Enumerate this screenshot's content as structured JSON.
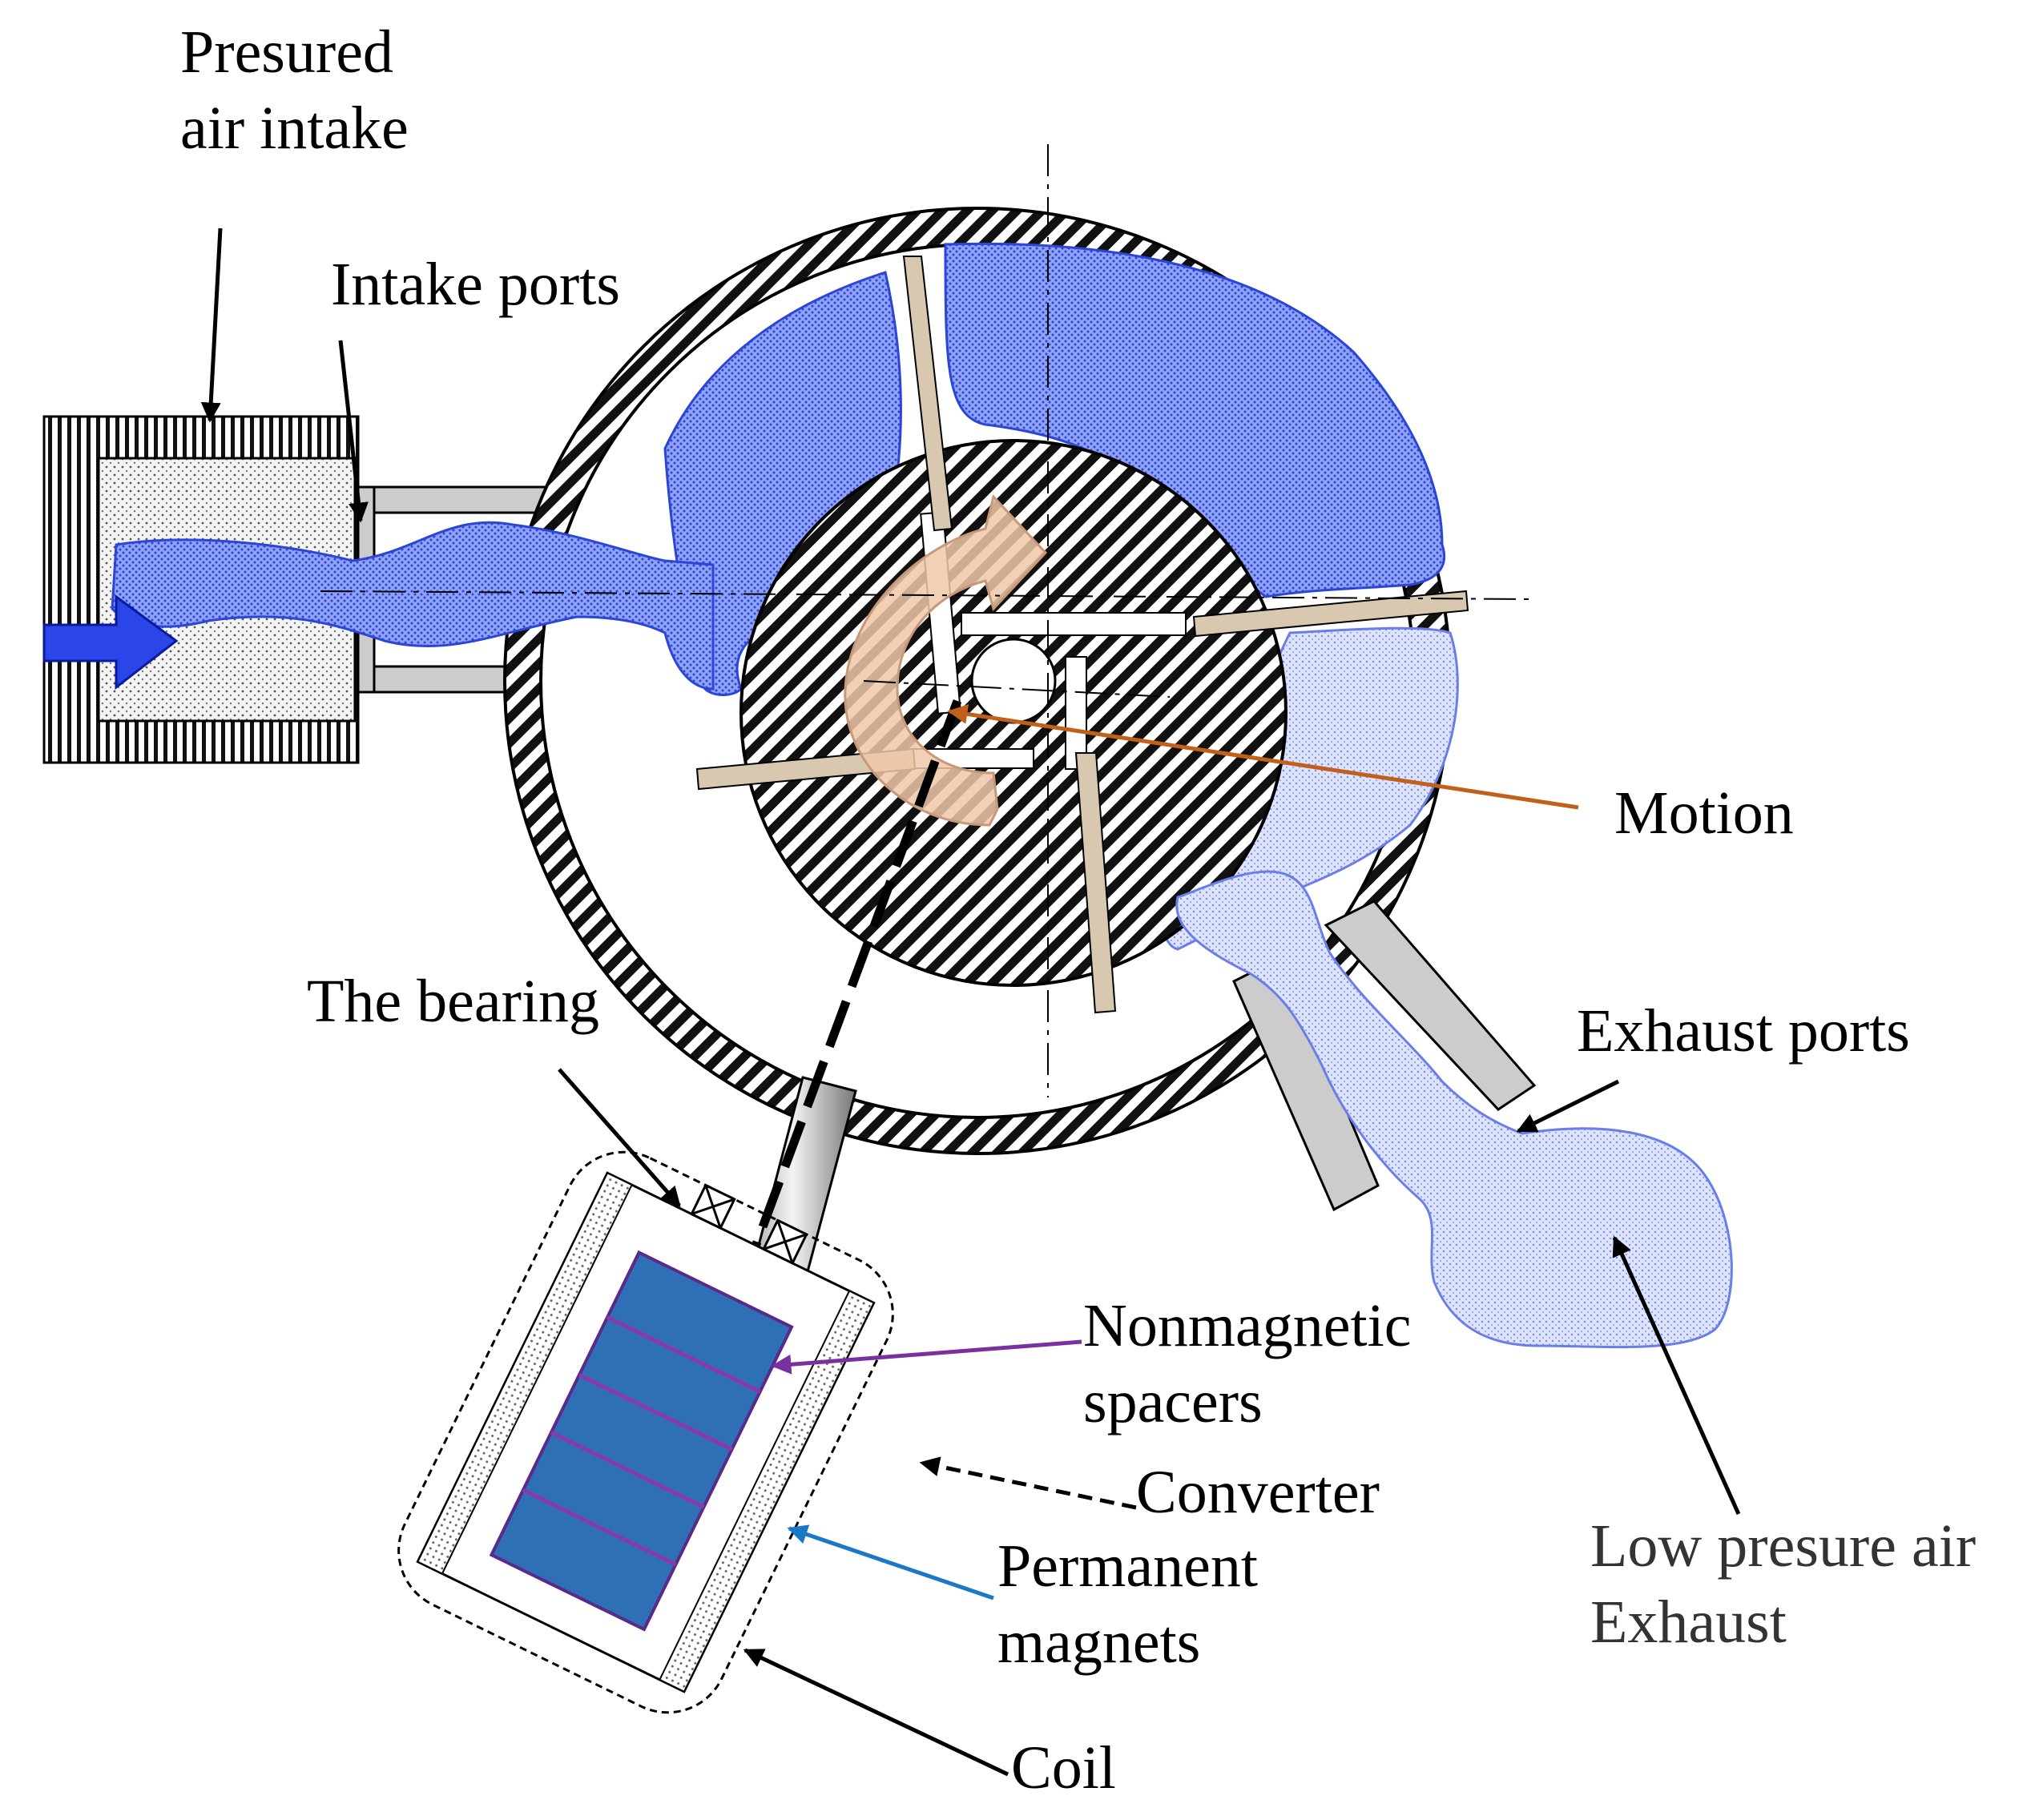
{
  "labels": {
    "pressured_air_intake": [
      "Presured",
      "air intake"
    ],
    "intake_ports": "Intake ports",
    "motion": "Motion",
    "the_bearing": "The bearing",
    "exhaust_ports": "Exhaust ports",
    "nonmagnetic_spacers": [
      "Nonmagnetic",
      "spacers"
    ],
    "converter": "Converter",
    "permanent_magnets": [
      "Permanent",
      "magnets"
    ],
    "coil": "Coil",
    "low_pressure_exhaust": [
      "Low presure air",
      "Exhaust"
    ]
  },
  "colors": {
    "air_blue": "#3a56e0",
    "air_light": "#aab8ff",
    "exhaust_light": "#c8d2ff",
    "vane": "#d8c8b0",
    "motion_arrow": "#f0c8a8",
    "motion_pointer": "#c0601a",
    "spacer_pointer": "#7a30a0",
    "magnet_pointer": "#1a78c8",
    "magnet_fill": "#2f6fb5",
    "spacer_line": "#8a3aa8"
  },
  "icons": {
    "intake_arrow": "block-arrow-right-icon",
    "rotation_arrow": "curved-arrow-icon"
  }
}
